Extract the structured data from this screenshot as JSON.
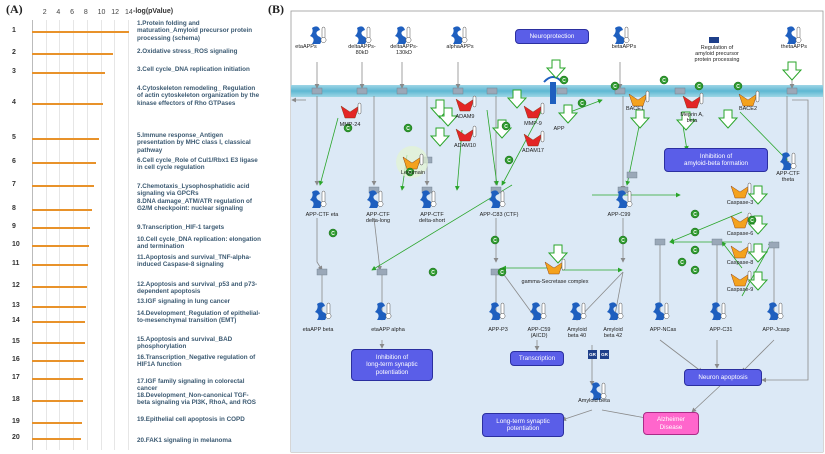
{
  "panel_a": {
    "label": "(A)",
    "axis_title": "-log(pValue)",
    "ticks": [
      "2",
      "4",
      "6",
      "8",
      "10",
      "12",
      "14"
    ],
    "chart_data": {
      "type": "bar",
      "orientation": "horizontal",
      "xlabel": "-log(pValue)",
      "xlim": [
        0,
        14
      ],
      "categories": [
        "1",
        "2",
        "3",
        "4",
        "5",
        "6",
        "7",
        "8",
        "9",
        "10",
        "11",
        "12",
        "13",
        "14",
        "15",
        "16",
        "17",
        "18",
        "19",
        "20"
      ],
      "values": [
        14.2,
        11.8,
        10.7,
        10.4,
        9.8,
        9.4,
        9.0,
        8.7,
        8.5,
        8.3,
        8.1,
        8.0,
        7.9,
        7.8,
        7.7,
        7.6,
        7.5,
        7.4,
        7.3,
        7.2
      ]
    },
    "terms": [
      {
        "num": "1.",
        "text": "Protein folding and maturation_Amyloid precursor protein processing (schema)"
      },
      {
        "num": "2.",
        "text": "Oxidative stress_ROS signaling"
      },
      {
        "num": "3.",
        "text": "Cell cycle_DNA replication initiation"
      },
      {
        "num": "4.",
        "text": "Cytoskeleton remodeling_ Regulation of actin cytoskeleton organization by the kinase effectors of Rho GTPases"
      },
      {
        "num": "5.",
        "text": "Immune response_Antigen presentation by MHC class I, classical pathway"
      },
      {
        "num": "6.",
        "text": "Cell cycle_Role of Cul1/Rbx1 E3 ligase in cell cycle regulation"
      },
      {
        "num": "7.",
        "text": "Chemotaxis_Lysophosphatidic acid signaling via GPCRs"
      },
      {
        "num": "8.",
        "text": "DNA damage_ATM/ATR regulation of G2/M checkpoint: nuclear signaling"
      },
      {
        "num": "9.",
        "text": "Transcription_HIF-1 targets"
      },
      {
        "num": "10.",
        "text": "Cell cycle_DNA replication: elongation and termination"
      },
      {
        "num": "11.",
        "text": "Apoptosis and survival_TNF-alpha-induced Caspase-8 signaling"
      },
      {
        "num": "12.",
        "text": "Apoptosis and survival_p53 and p73-dependent apoptosis"
      },
      {
        "num": "13.",
        "text": "IGF signaling in lung cancer"
      },
      {
        "num": "14.",
        "text": "Development_Regulation of epithelial-to-mesenchymal transition (EMT)"
      },
      {
        "num": "15.",
        "text": "Apoptosis and survival_BAD phosphorylation"
      },
      {
        "num": "16.",
        "text": "Transcription_Negative regulation of HIF1A function"
      },
      {
        "num": "17.",
        "text": "IGF family signaling in colorectal cancer"
      },
      {
        "num": "18.",
        "text": "Development_Non-canonical TGF-beta signaling via PI3K, RhoA, and ROS"
      },
      {
        "num": "19.",
        "text": "Epithelial cell apoptosis in COPD"
      },
      {
        "num": "20.",
        "text": "FAK1 signaling in melanoma"
      }
    ]
  },
  "panel_b": {
    "label": "(B)",
    "top_nodes": {
      "eta": "etaAPPs",
      "delta80": "deltaAPPs-\n80kD",
      "delta130": "deltaAPPs-\n130kD",
      "alpha": "alphaAPPs",
      "beta": "betaAPPs",
      "theta": "thetaAPPs",
      "regulation": "Regulation of\namyloid precursor\nprotein processing"
    },
    "enzymes": {
      "mmp24": "MMP-24",
      "adam9": "ADAM9",
      "adam10": "ADAM10",
      "mmp9": "MMP-9",
      "adam17": "ADAM17",
      "app": "APP",
      "bace1": "BACE1",
      "meprin": "Meprin A,\nbeta",
      "bace2": "BACE2",
      "legumain": "Legumain",
      "gamma": "gamma-Secretase complex",
      "casp3": "Caspase-3",
      "casp6": "Caspase-6",
      "casp8": "Caspase-8",
      "casp9": "Caspase-9"
    },
    "fragments": {
      "ctf_eta": "APP-CTF eta",
      "ctf_delta_long": "APP-CTF\ndelta-long",
      "ctf_delta_short": "APP-CTF\ndelta-short",
      "c83": "APP-C83 (CTF)",
      "c99": "APP-C99",
      "ctf_theta": "APP-CTF\ntheta",
      "eta_beta": "etaAPP beta",
      "eta_alpha": "etaAPP alpha",
      "p3": "APP-P3",
      "c59": "APP-C59\n(AICD)",
      "ab40": "Amyloid\nbeta 40",
      "ab42": "Amyloid\nbeta 42",
      "ncas": "APP-NCas",
      "c31": "APP-C31",
      "jcasp": "APP-Jcasp",
      "ab": "Amyloid beta"
    },
    "processes": {
      "neuroprotection": "Neuroprotection",
      "inhibition_ab": "Inhibition of\namyloid-beta formation",
      "inhibition_ltp": "Inhibition of\nlong-term synaptic\npotentiation",
      "transcription": "Transcription",
      "neuron_apoptosis": "Neuron apoptosis",
      "ltp": "Long-term synaptic\npotentiation",
      "alzheimer": "Alzheimer\nDisease"
    },
    "edge_label": "C",
    "tags": [
      "GR",
      "GR"
    ],
    "colors": {
      "membrane": "#6fc1d8",
      "cytoplasm": "#dce9f6",
      "process_box": "#5a5ee8",
      "disease_box": "#ff66cc",
      "edge_green": "#2aa52a",
      "edge_grey": "#8a8a8a",
      "protein_blue": "#1e5fbf",
      "enzyme_red": "#e32626",
      "enzyme_orange": "#f4a21e",
      "bar": "#e8922a"
    }
  }
}
